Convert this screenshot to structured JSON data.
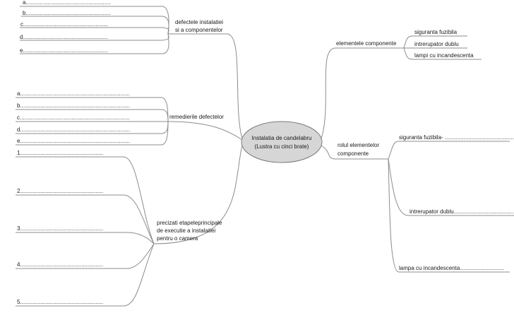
{
  "center": {
    "line1": "Instalatia de candelabru",
    "line2": "(Lustra cu cinci brate)"
  },
  "branches": {
    "defects": {
      "line1": "defectele instalatiei",
      "line2": "si a  componentelor",
      "items": [
        "a......................................................",
        "b......................................................",
        "c......................................................",
        "d......................................................",
        "e......................................................"
      ]
    },
    "remedies": {
      "label": "remedierile defectelor",
      "items": [
        "a......................................................................",
        "b......................................................................",
        "c......................................................................",
        "d......................................................................",
        "e......................................................................"
      ]
    },
    "steps": {
      "line1": "precizati etapeleprincipale",
      "line2": "de executie a instalatiei",
      "line3": "pentru o camera",
      "items": [
        "1.....................................................",
        "2.....................................................",
        "3.....................................................",
        "4.....................................................",
        "5....................................................."
      ]
    },
    "components": {
      "label": "elementele componente",
      "items": [
        "siguranta fuzibila",
        "intrerupator dublu",
        "lampi cu incandescenta"
      ]
    },
    "roles": {
      "line1": "rolul elementelor",
      "line2": "componente",
      "items": [
        "siguranta fuzibila-    .............................................",
        "intrerupator dublu...........................................",
        "lampa cu incandescenta............................"
      ]
    }
  }
}
